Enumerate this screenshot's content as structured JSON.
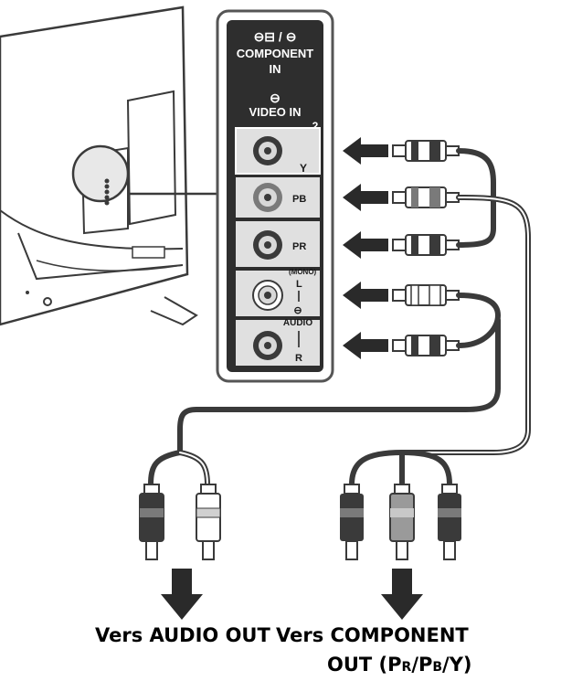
{
  "panel": {
    "header_line1": "⊖⊟ / ⊖",
    "header_line2": "COMPONENT",
    "header_line3": "IN",
    "video_in": "VIDEO IN",
    "video_in_icon": "⊖",
    "input_number": "2"
  },
  "jacks": {
    "y": "Y",
    "pb": "PB",
    "pr": "PR",
    "mono": "(MONO)",
    "l": "L",
    "audio": "AUDIO",
    "audio_icon": "⊖",
    "r": "R"
  },
  "captions": {
    "audio_out": "Vers AUDIO OUT",
    "component_out_line1": "Vers COMPONENT",
    "component_out_line2_prefix": "OUT (P",
    "component_out_r": "R",
    "component_out_mid1": "/P",
    "component_out_b": "B",
    "component_out_suffix": "/Y)"
  }
}
